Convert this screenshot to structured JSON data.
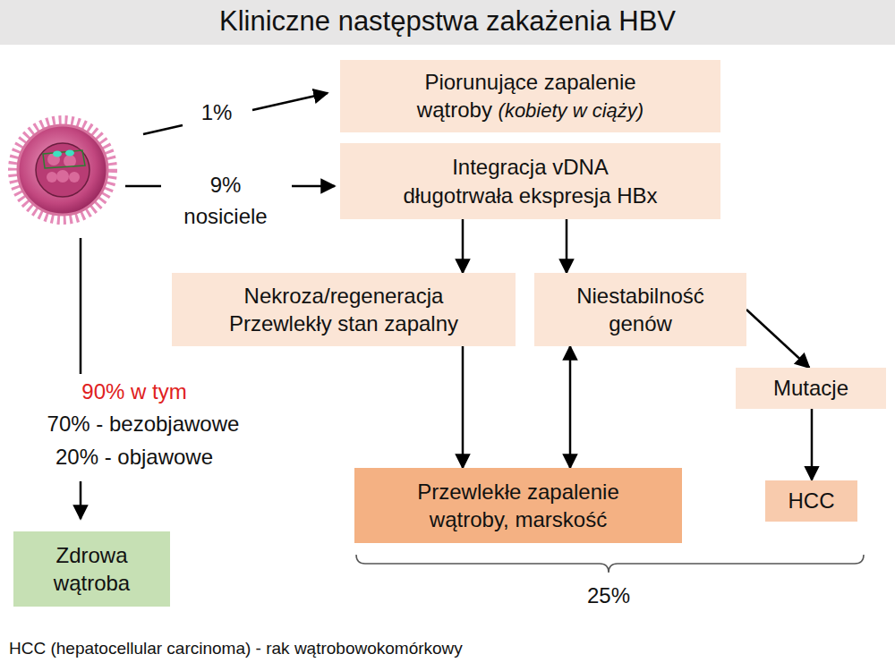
{
  "diagram": {
    "title": "Kliniczne następstwa zakażenia HBV",
    "caption": "HCC (hepatocellular carcinoma) - rak wątrobowokomórkowy",
    "nodes": [
      {
        "text": [
          "Piorunujące zapalenie wątroby",
          "(kobiety w ciąży)"
        ]
      },
      {
        "text": [
          "Integracja vDNA długotrwała ekspresja HBx"
        ]
      },
      {
        "text": [
          "Nekroza/regeneracja Przewlekły stan zapalny"
        ]
      },
      {
        "text": [
          "Niestabilność genów"
        ]
      },
      {
        "text": [
          "Mutacje"
        ]
      },
      {
        "text": [
          "Przewlekłe zapalenie wątroby, marskość"
        ]
      },
      {
        "text": [
          "HCC"
        ]
      },
      {
        "text": [
          "Zdrowa wątroba"
        ]
      }
    ],
    "edges": [
      {
        "from": 1,
        "to": 2,
        "arrow": "to"
      },
      {
        "from": 1,
        "to": 3,
        "arrow": "to"
      },
      {
        "from": 2,
        "to": 5,
        "arrow": "to"
      },
      {
        "from": 3,
        "to": 5,
        "arrow": "both"
      },
      {
        "from": 3,
        "to": 4,
        "arrow": "to"
      },
      {
        "from": 4,
        "to": 6,
        "arrow": "to"
      }
    ],
    "labels": [
      "1%",
      "9%",
      "nosiciele",
      "90% w tym",
      "70% - bezobjawowe",
      "20% - objawowe",
      "25%"
    ]
  }
}
